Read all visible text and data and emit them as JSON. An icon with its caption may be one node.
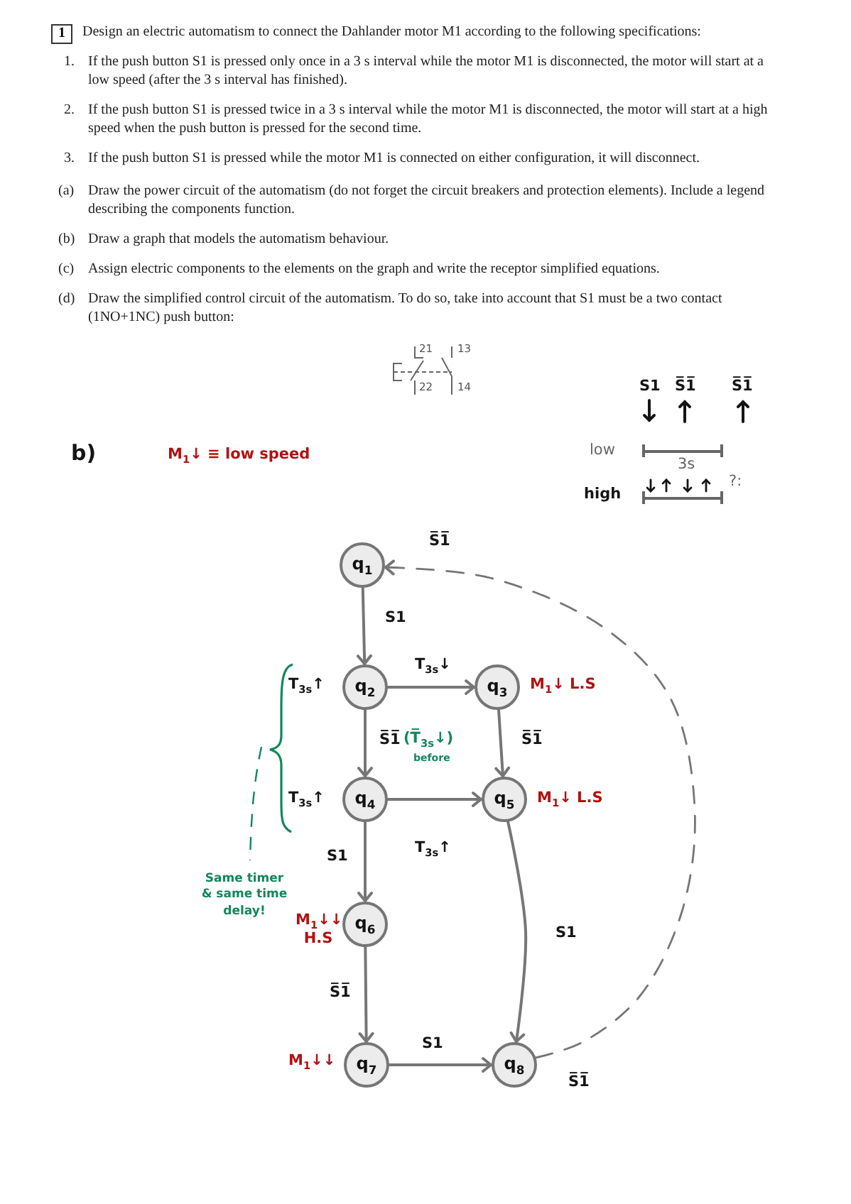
{
  "diagram": {
    "nodes": [
      {
        "text": [
          "q$_{1}$"
        ]
      },
      {
        "text": [
          "q$_{2}$"
        ],
        "beside": [
          "T$_{3s}$↑"
        ]
      },
      {
        "text": [
          "q$_{3}$"
        ],
        "beside": [
          "M$_{1}$↓ L.S"
        ]
      },
      {
        "text": [
          "q$_{4}$"
        ],
        "beside": [
          "T$_{3s}$↑"
        ]
      },
      {
        "text": [
          "q$_{5}$"
        ],
        "beside": [
          "M$_{1}$↓ L.S"
        ]
      },
      {
        "text": [
          "q$_{6}$"
        ],
        "beside": [
          "M$_{1}$↓↓ H.S"
        ]
      },
      {
        "text": [
          "q$_{7}$"
        ],
        "beside": [
          "M$_{1}$↓↓"
        ]
      },
      {
        "text": [
          "q$_{8}$"
        ]
      }
    ],
    "edges": [
      {
        "from": 0,
        "to": 1,
        "arrow": "to",
        "label": "S1"
      },
      {
        "from": 1,
        "to": 2,
        "arrow": "to",
        "label": "T$_{3s}$↓"
      },
      {
        "from": 1,
        "to": 3,
        "arrow": "to",
        "label": "S̅1̅"
      },
      {
        "from": 2,
        "to": 4,
        "arrow": "to",
        "label": "S̅1̅"
      },
      {
        "from": 3,
        "to": 4,
        "arrow": "to",
        "label": "T$_{3s}$↑"
      },
      {
        "from": 3,
        "to": 5,
        "arrow": "to",
        "label": "S1"
      },
      {
        "from": 4,
        "to": 7,
        "arrow": "to",
        "label": "S1"
      },
      {
        "from": 5,
        "to": 6,
        "arrow": "to",
        "label": "S̅1̅"
      },
      {
        "from": 6,
        "to": 7,
        "arrow": "to",
        "label": "S1"
      },
      {
        "from": 7,
        "to": 0,
        "arrow": "to",
        "label": "S̅1̅",
        "style": "dashed"
      }
    ],
    "labels": [
      "1",
      "Design an electric automatism to connect the Dahlander motor M1 according to the following specifications:",
      "1.",
      "If the push button S1 is pressed only once in a 3 s interval while the motor M1 is disconnected, the motor will start at a low speed (after the 3 s interval has finished).",
      "2.",
      "If the push button S1 is pressed twice in a 3 s interval while the motor M1 is disconnected, the motor will start at a high speed when the push button is pressed for the second time.",
      "3.",
      "If the push button S1 is pressed while the motor M1 is connected on either configuration, it will disconnect.",
      "(a)",
      "Draw the power circuit of the automatism (do not forget the circuit breakers and protection elements). Include a legend describing the components function.",
      "(b)",
      "Draw a graph that models the automatism behaviour.",
      "(c)",
      "Assign electric components to the elements on the graph and write the receptor simplified equations.",
      "(d)",
      "Draw the simplified control circuit of the automatism. To do so, take into account that S1 must be a two contact (1NO+1NC) push button:",
      "21",
      "13",
      "22",
      "14",
      "S1",
      "S̅1̅",
      "S̅1̅",
      "b)",
      "M$_{1}$↓ ≡ low speed",
      "low",
      "3s",
      "high",
      "?:",
      "S̅1̅",
      "(T̅$_{3s}$↓)",
      "before",
      "Same timer & same time delay!"
    ]
  }
}
